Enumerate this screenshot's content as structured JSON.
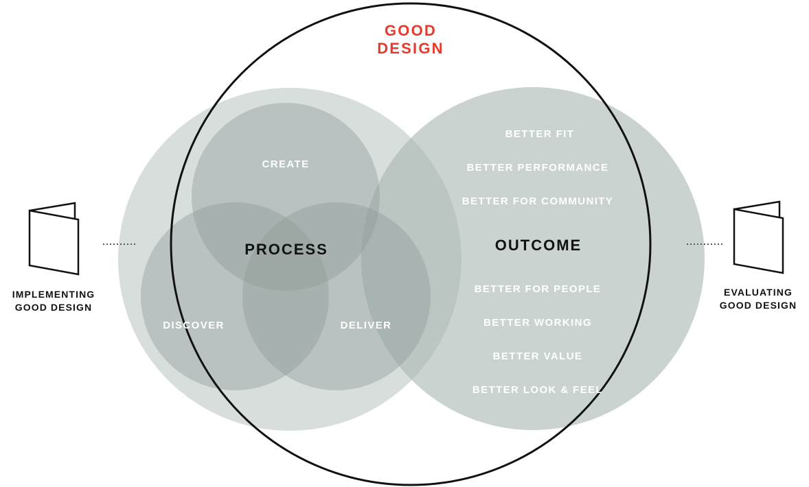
{
  "title": {
    "line1": "GOOD",
    "line2": "DESIGN",
    "color": "#e8392a"
  },
  "process": {
    "label": "PROCESS",
    "stages": {
      "create": "CREATE",
      "discover": "DISCOVER",
      "deliver": "DELIVER"
    }
  },
  "outcome": {
    "label": "OUTCOME",
    "items": [
      "BETTER FIT",
      "BETTER PERFORMANCE",
      "BETTER FOR COMMUNITY",
      "BETTER FOR PEOPLE",
      "BETTER WORKING",
      "BETTER VALUE",
      "BETTER LOOK & FEEL"
    ]
  },
  "left_side": {
    "line1": "IMPLEMENTING",
    "line2": "GOOD DESIGN",
    "icon": "booklet-icon"
  },
  "right_side": {
    "line1": "EVALUATING",
    "line2": "GOOD DESIGN",
    "icon": "booklet-icon"
  },
  "colors": {
    "large_circle_fill": "#a9b6b2",
    "small_circle_fill": "#8f9c99",
    "outline": "#111111"
  }
}
